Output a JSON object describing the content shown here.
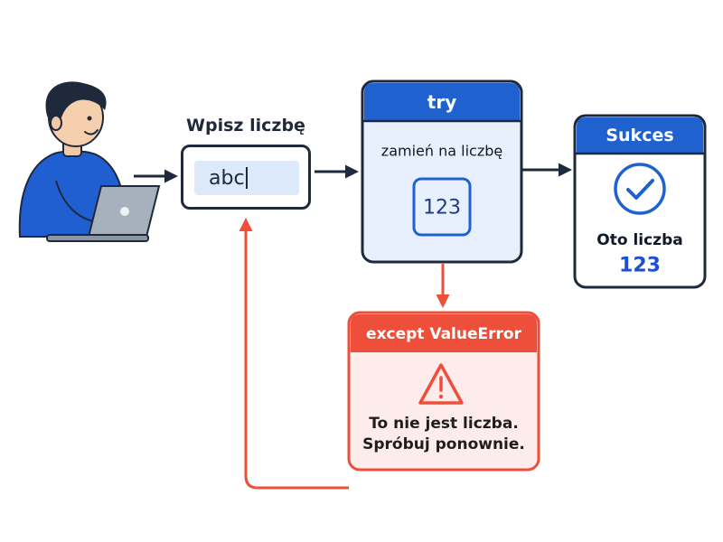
{
  "input": {
    "label": "Wpisz liczbę",
    "value": "abc"
  },
  "try_block": {
    "header": "try",
    "step": "zamień na liczbę",
    "number": "123"
  },
  "success": {
    "header": "Sukces",
    "message": "Oto liczba",
    "number": "123"
  },
  "except_block": {
    "header": "except ValueError",
    "message": "To nie jest liczba. Spróbuj ponownie."
  },
  "icons": [
    "person-icon",
    "laptop-icon",
    "checkmark-circle-icon",
    "warning-triangle-icon"
  ],
  "colors": {
    "blue": "#1f62cf",
    "light_blue": "#e7f0fc",
    "dark": "#1e293b",
    "red": "#ee4f3a",
    "light_red": "#fdeceb"
  }
}
